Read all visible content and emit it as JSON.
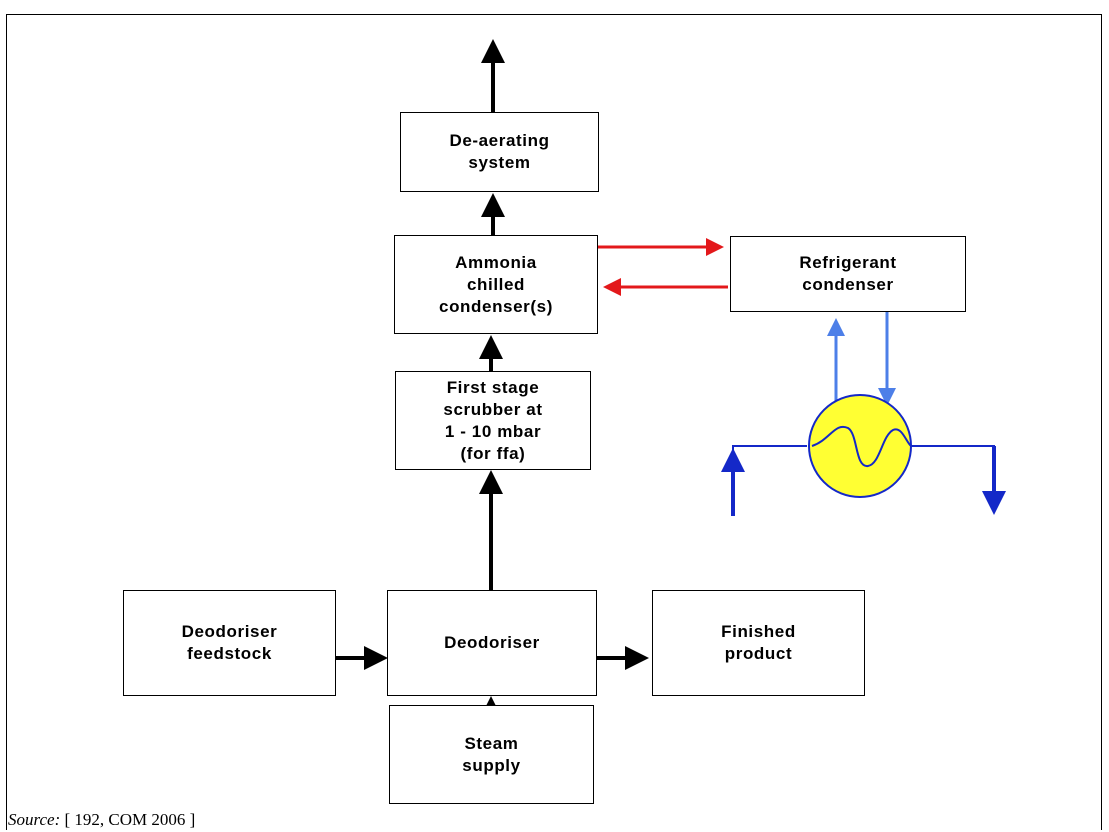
{
  "boxes": {
    "deaerating": "De-aerating\nsystem",
    "ammonia": "Ammonia\nchilled\ncondenser(s)",
    "refrigerant": "Refrigerant\ncondenser",
    "scrubber": "First stage\nscrubber at\n1 - 10 mbar\n(for ffa)",
    "feedstock": "Deodoriser\nfeedstock",
    "deodoriser": "Deodoriser",
    "finished": "Finished\nproduct",
    "steam": "Steam\nsupply"
  },
  "source": {
    "label": "Source:",
    "ref": " [ 192, COM 2006 ]"
  },
  "colors": {
    "refrigerant_loop": "#e3181b",
    "coolant_light": "#4d7fe8",
    "coolant_dark": "#1428c8",
    "exchanger_fill": "#ffff33"
  },
  "icons": {
    "heat_exchanger": "heat-exchanger-icon"
  }
}
